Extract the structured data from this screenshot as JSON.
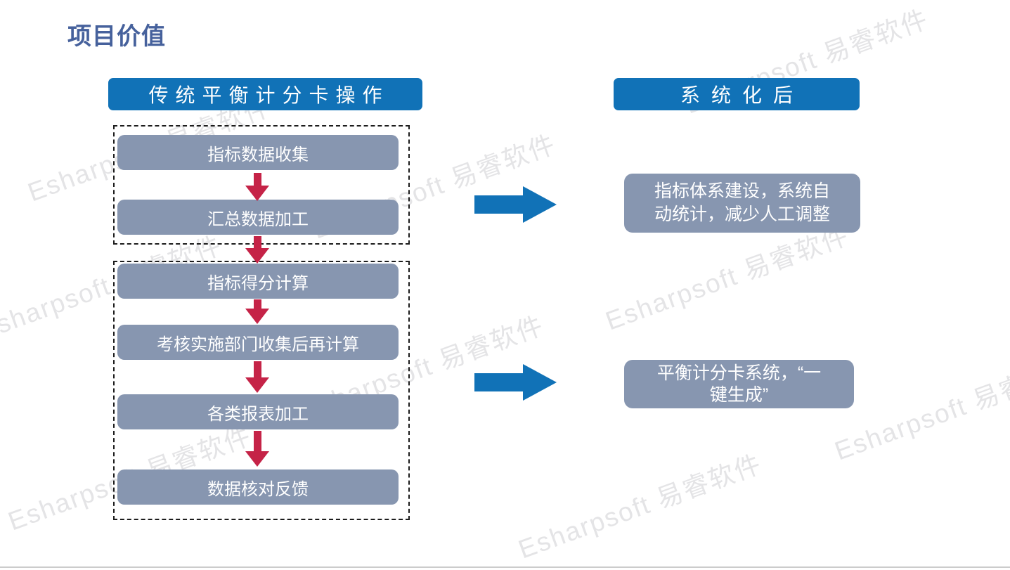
{
  "title": "项目价值",
  "watermark": "Esharpsoft 易睿软件",
  "colors": {
    "header_blue": "#1172B7",
    "box_gray": "#8796B0",
    "arrow_red": "#C52347",
    "title_text": "#46619C",
    "watermark_gray": "#e4e4e6"
  },
  "left": {
    "header": "传统平衡计分卡操作",
    "group1": [
      "指标数据收集",
      "汇总数据加工"
    ],
    "group2": [
      "指标得分计算",
      "考核实施部门收集后再计算",
      "各类报表加工",
      "数据核对反馈"
    ]
  },
  "right": {
    "header": "系统化后",
    "result1": "指标体系建设，系统自\n动统计，减少人工调整",
    "result2": "平衡计分卡系统，“一\n键生成”"
  }
}
